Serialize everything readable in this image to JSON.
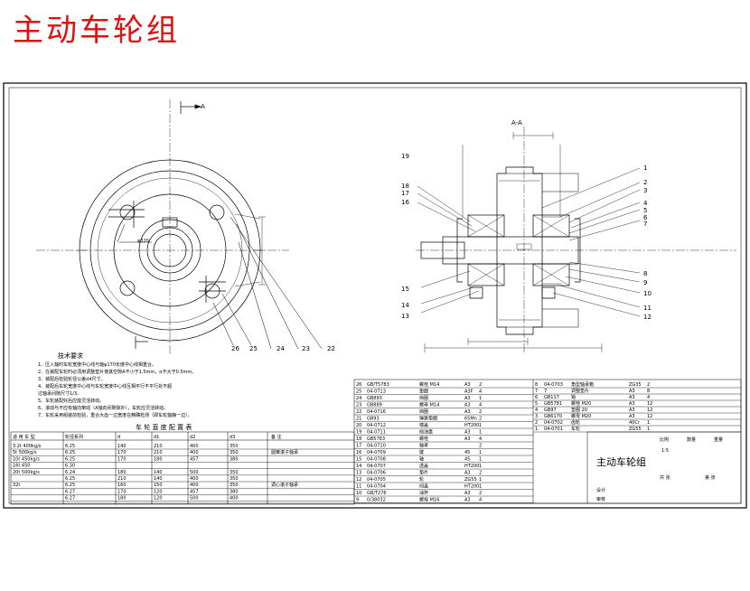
{
  "page_title": "主动车轮组",
  "section_label": "A-A",
  "view_arrow_label": "A",
  "tech_requirements": {
    "heading": "技术要求",
    "items": [
      "1、压入轴时车轮宽度中心线与轴φ170长度中心线相重合。",
      "2、在装配车轮时必须用调整垫片使其空隙A不小于1.5mm，α不大于0.5mm。",
      "3、装配后检验轮径公差d4尺寸。",
      "4、装配后车轮宽度中心线与车轮宽度中心线互相平行不平行处不超",
      "   过轴承间隙尺寸1/3。",
      "5、车轮装配好后应能灵活转动。",
      "6、滚动与不应有轴向窜动（A轴向间隙除外），车轮应灵活转动。",
      "7、车轮采用组装前检验，重合大齿一边宽度在精确检测（即车轮轴静一边）。"
    ]
  },
  "left_table": {
    "caption": "车 轮 直 度 配 置 表",
    "headers": [
      "适 用 车 型",
      "轮径系列",
      "d",
      "d1",
      "d2",
      "d3",
      "备 注"
    ],
    "rows": [
      [
        "3.2t 400kg/s",
        "6.25",
        "140",
        "210",
        "400",
        "350",
        ""
      ],
      [
        "5t 500kg/s",
        "6.25",
        "170",
        "210",
        "400",
        "350",
        "圆锥滚子轴承"
      ],
      [
        "10t 450kg/s",
        "6.25",
        "170",
        "180",
        "457",
        "380",
        ""
      ],
      [
        "16t 450",
        "6.30",
        "",
        "",
        "",
        "",
        ""
      ],
      [
        "20t 500kg/s",
        "6.24",
        "180",
        "140",
        "500",
        "350",
        ""
      ],
      [
        "",
        "6.25",
        "210",
        "140",
        "400",
        "350",
        ""
      ],
      [
        "32t",
        "6.25",
        "160",
        "150",
        "400",
        "350",
        "调心滚子轴承"
      ],
      [
        "",
        "6.27",
        "170",
        "120",
        "457",
        "380",
        ""
      ],
      [
        "",
        "6.27",
        "180",
        "120",
        "500",
        "400",
        ""
      ]
    ]
  },
  "parts_left": [
    [
      "26",
      "GB/T5783",
      "螺栓 M14",
      "A3",
      "2"
    ],
    [
      "25",
      "04-0713",
      "垫圈",
      "A3F",
      "4"
    ],
    [
      "24",
      "GB893",
      "挡圈",
      "A3",
      "1"
    ],
    [
      "23",
      "GB889",
      "螺母 M14",
      "A3",
      "4"
    ],
    [
      "22",
      "04-0716",
      "挡圈",
      "A3",
      "2"
    ],
    [
      "21",
      "GB93",
      "弹簧垫圈",
      "65Mn",
      "2"
    ],
    [
      "20",
      "04-0712",
      "端盖",
      "HT200",
      "1"
    ],
    [
      "19",
      "04-0711",
      "挡油盘",
      "A3",
      "1"
    ],
    [
      "18",
      "GB5783",
      "螺栓",
      "A3",
      "4"
    ],
    [
      "17",
      "04-0710",
      "轴承",
      "",
      "2"
    ],
    [
      "16",
      "04-0709",
      "键",
      "45",
      "1"
    ],
    [
      "15",
      "04-0708",
      "轴",
      "45",
      "1"
    ],
    [
      "14",
      "04-0707",
      "透盖",
      "HT200",
      "1"
    ],
    [
      "13",
      "04-0706",
      "垫片",
      "A3",
      "2"
    ],
    [
      "12",
      "04-0705",
      "轮",
      "ZG55",
      "1"
    ],
    [
      "11",
      "04-0704",
      "闷盖",
      "HT200",
      "1"
    ],
    [
      "10",
      "GB/T276",
      "油杯",
      "A3",
      "2"
    ],
    [
      "9",
      "0/38032",
      "螺栓 M16",
      "A3",
      "4"
    ]
  ],
  "parts_right": [
    [
      "8",
      "04-0703",
      "角型轴承箱",
      "ZG35",
      "2"
    ],
    [
      "7",
      "7",
      "调整垫片",
      "A3",
      "8"
    ],
    [
      "6",
      "GB117",
      "销",
      "A3",
      "4"
    ],
    [
      "5",
      "GB5781",
      "螺栓 M20",
      "A3",
      "12"
    ],
    [
      "4",
      "GB97",
      "垫圈 20",
      "A3",
      "12"
    ],
    [
      "3",
      "GB6170",
      "螺母 M20",
      "A3",
      "12"
    ],
    [
      "2",
      "04-0702",
      "齿轮",
      "40Cr",
      "1"
    ],
    [
      "1",
      "04-0701",
      "车轮",
      "ZG55",
      "1"
    ]
  ],
  "title_block": {
    "drawing_name": "主动车轮组",
    "labels": [
      "设计",
      "审核",
      "比例",
      "数量",
      "重量",
      "共 张",
      "第 张"
    ],
    "scale": "1:5"
  },
  "balloons_section": [
    "19",
    "18",
    "17",
    "16",
    "15",
    "14",
    "13",
    "1",
    "2",
    "3",
    "4",
    "5",
    "6",
    "7",
    "8",
    "9",
    "10",
    "11",
    "12"
  ],
  "balloons_end": [
    "26",
    "25",
    "24",
    "23",
    "22"
  ]
}
